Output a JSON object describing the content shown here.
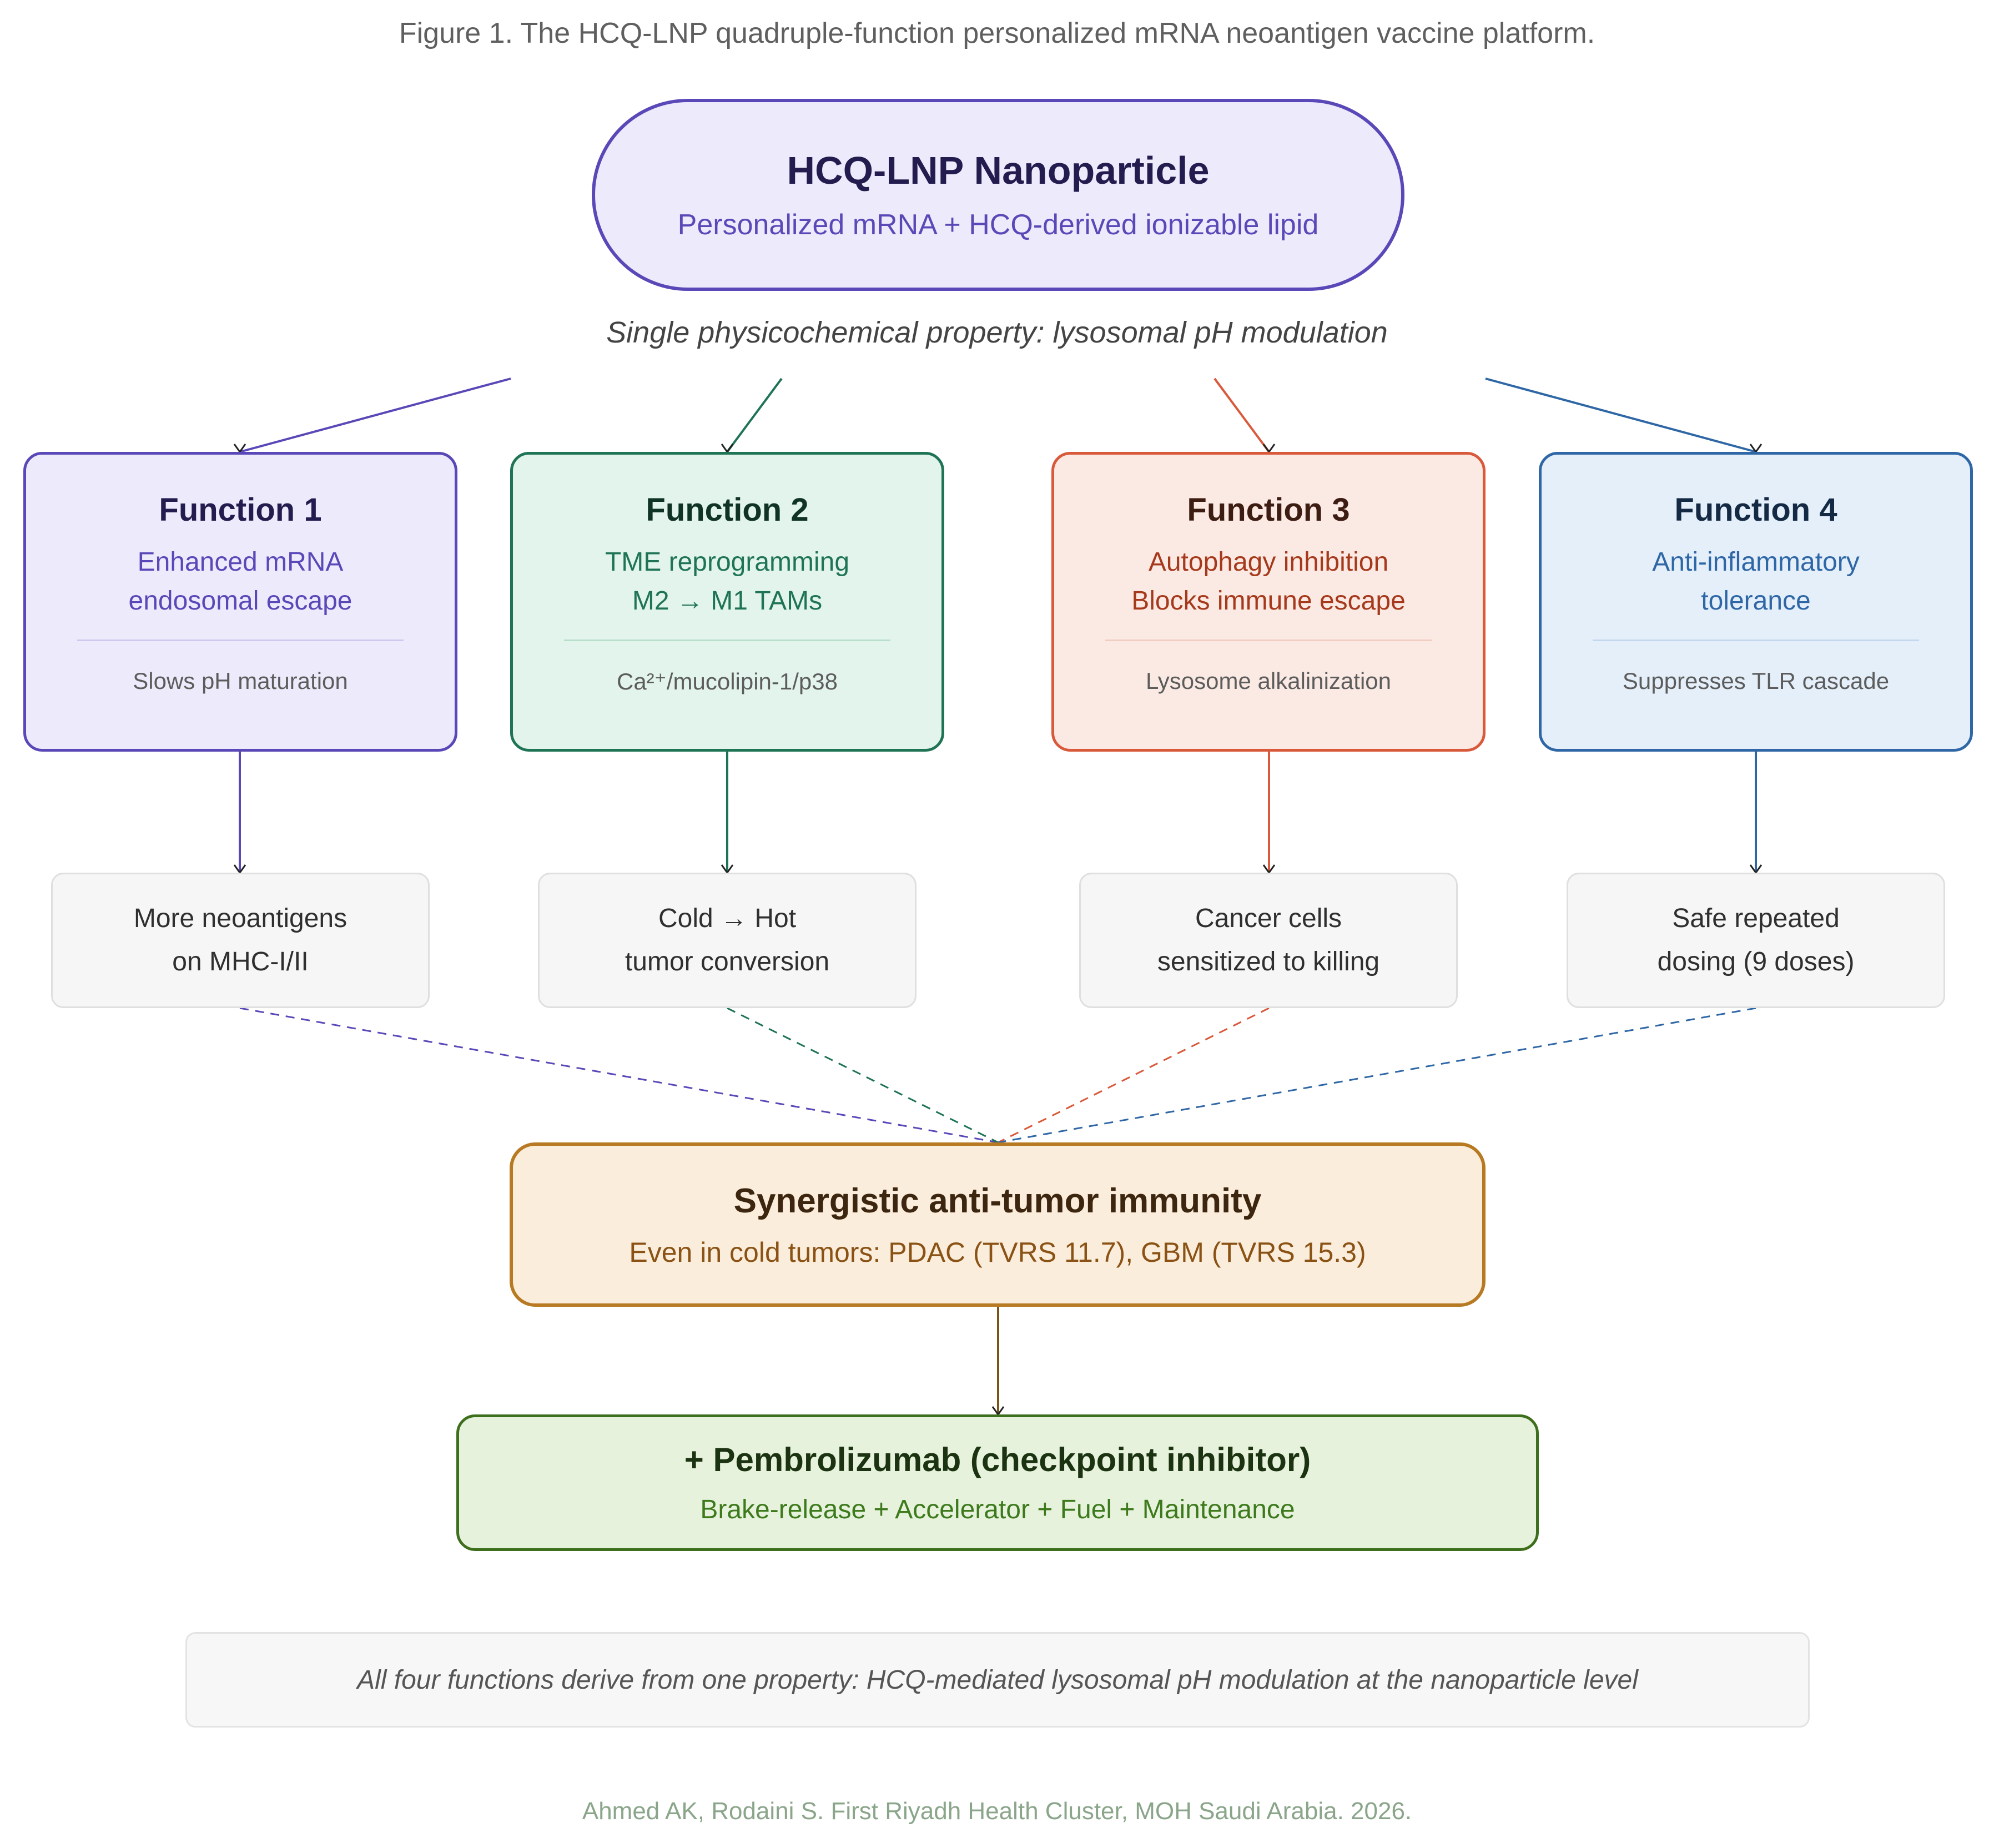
{
  "caption": "Figure 1. The HCQ-LNP quadruple-function personalized mRNA neoantigen vaccine platform.",
  "top_node": {
    "title": "HCQ-LNP Nanoparticle",
    "subtitle": "Personalized mRNA + HCQ-derived ionizable lipid"
  },
  "property_label": "Single physicochemical property: lysosomal pH modulation",
  "functions": [
    {
      "title": "Function 1",
      "description": "Enhanced mRNA\nendosomal escape",
      "mechanism": "Slows pH maturation",
      "outcome": "More neoantigens\non MHC-I/II",
      "colors": {
        "border": "#5a48b8",
        "fill": "#edebfb",
        "title": "#231d4f",
        "text": "#5a48b8",
        "rule": "#cfc9f0"
      }
    },
    {
      "title": "Function 2",
      "description": "TME reprogramming\nM2 → M1 TAMs",
      "mechanism": "Ca²⁺/mucolipin-1/p38",
      "outcome": "Cold → Hot\ntumor conversion",
      "colors": {
        "border": "#1f7456",
        "fill": "#e2f4ec",
        "title": "#0f3325",
        "text": "#1f7456",
        "rule": "#b8dfcc"
      }
    },
    {
      "title": "Function 3",
      "description": "Autophagy inhibition\nBlocks immune escape",
      "mechanism": "Lysosome alkalinization",
      "outcome": "Cancer cells\nsensitized to killing",
      "colors": {
        "border": "#d9593b",
        "fill": "#fbeae4",
        "title": "#3d1c12",
        "text": "#a6391c",
        "rule": "#f1cdbf"
      }
    },
    {
      "title": "Function 4",
      "description": "Anti-inflammatory\ntolerance",
      "mechanism": "Suppresses TLR cascade",
      "outcome": "Safe repeated\ndosing (9 doses)",
      "colors": {
        "border": "#2f67a6",
        "fill": "#e4effa",
        "title": "#142a44",
        "text": "#2f67a6",
        "rule": "#c3d8ef"
      }
    }
  ],
  "synergy": {
    "title": "Synergistic anti-tumor immunity",
    "subtitle": "Even in cold tumors: PDAC (TVRS 11.7), GBM (TVRS 15.3)",
    "color": "#b77a22"
  },
  "combination": {
    "title": "+ Pembrolizumab (checkpoint inhibitor)",
    "subtitle": "Brake-release + Accelerator + Fuel + Maintenance",
    "color": "#3d6f1c"
  },
  "summary_note": "All four functions derive from one property: HCQ-mediated lysosomal pH modulation at the nanoparticle level",
  "credit": "Ahmed AK, Rodaini S. First Riyadh Health Cluster, MOH Saudi Arabia. 2026.",
  "arrow_colors": {
    "synergy_to_combination": "#7a5418"
  }
}
